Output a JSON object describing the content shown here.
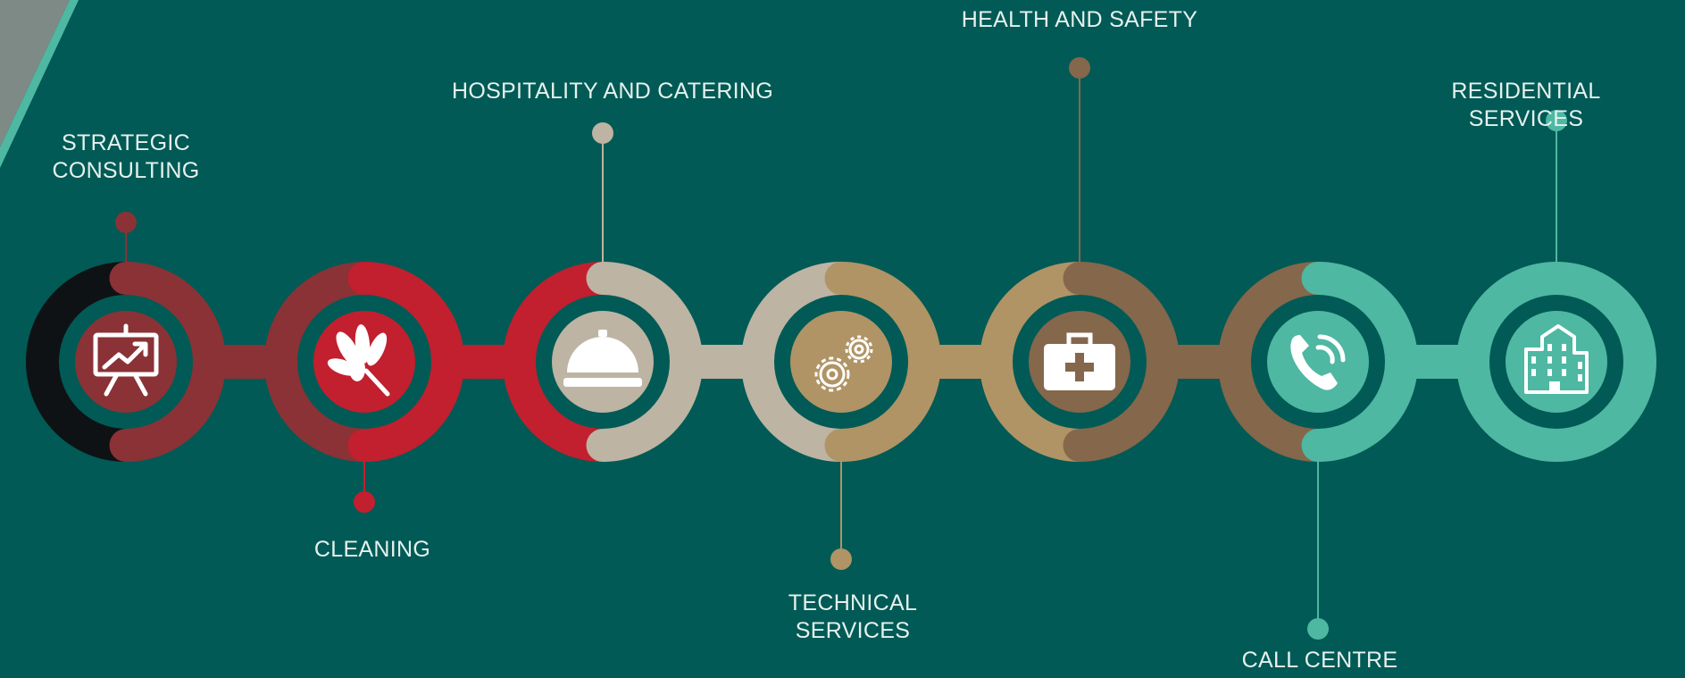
{
  "colors": {
    "background": "#015a55",
    "label_text": "#e6f1ee",
    "icon_white": "#ffffff",
    "black": "#0f1214",
    "maroon": "#8a3236",
    "red": "#c21f2f",
    "beige": "#bdb4a3",
    "tan": "#b09465",
    "brown": "#85674b",
    "teal": "#4eb8a2"
  },
  "services": [
    {
      "label": "STRATEGIC\nCONSULTING",
      "icon": "presentation-chart-icon",
      "position": "top",
      "color": "#8a3236",
      "prev_color": "#0f1214"
    },
    {
      "label": "CLEANING",
      "icon": "feather-duster-icon",
      "position": "bottom",
      "color": "#c21f2f",
      "prev_color": "#8a3236"
    },
    {
      "label": "HOSPITALITY AND CATERING",
      "icon": "food-cloche-icon",
      "position": "top",
      "color": "#bdb4a3",
      "prev_color": "#c21f2f"
    },
    {
      "label": "TECHNICAL\nSERVICES",
      "icon": "gears-icon",
      "position": "bottom",
      "color": "#b09465",
      "prev_color": "#bdb4a3"
    },
    {
      "label": "HEALTH AND SAFETY",
      "icon": "first-aid-kit-icon",
      "position": "top",
      "color": "#85674b",
      "prev_color": "#b09465"
    },
    {
      "label": "CALL CENTRE",
      "icon": "phone-call-icon",
      "position": "bottom",
      "color": "#4eb8a2",
      "prev_color": "#85674b"
    },
    {
      "label": "RESIDENTIAL SERVICES",
      "icon": "building-icon",
      "position": "top",
      "color": "#4eb8a2",
      "prev_color": "#4eb8a2"
    }
  ]
}
